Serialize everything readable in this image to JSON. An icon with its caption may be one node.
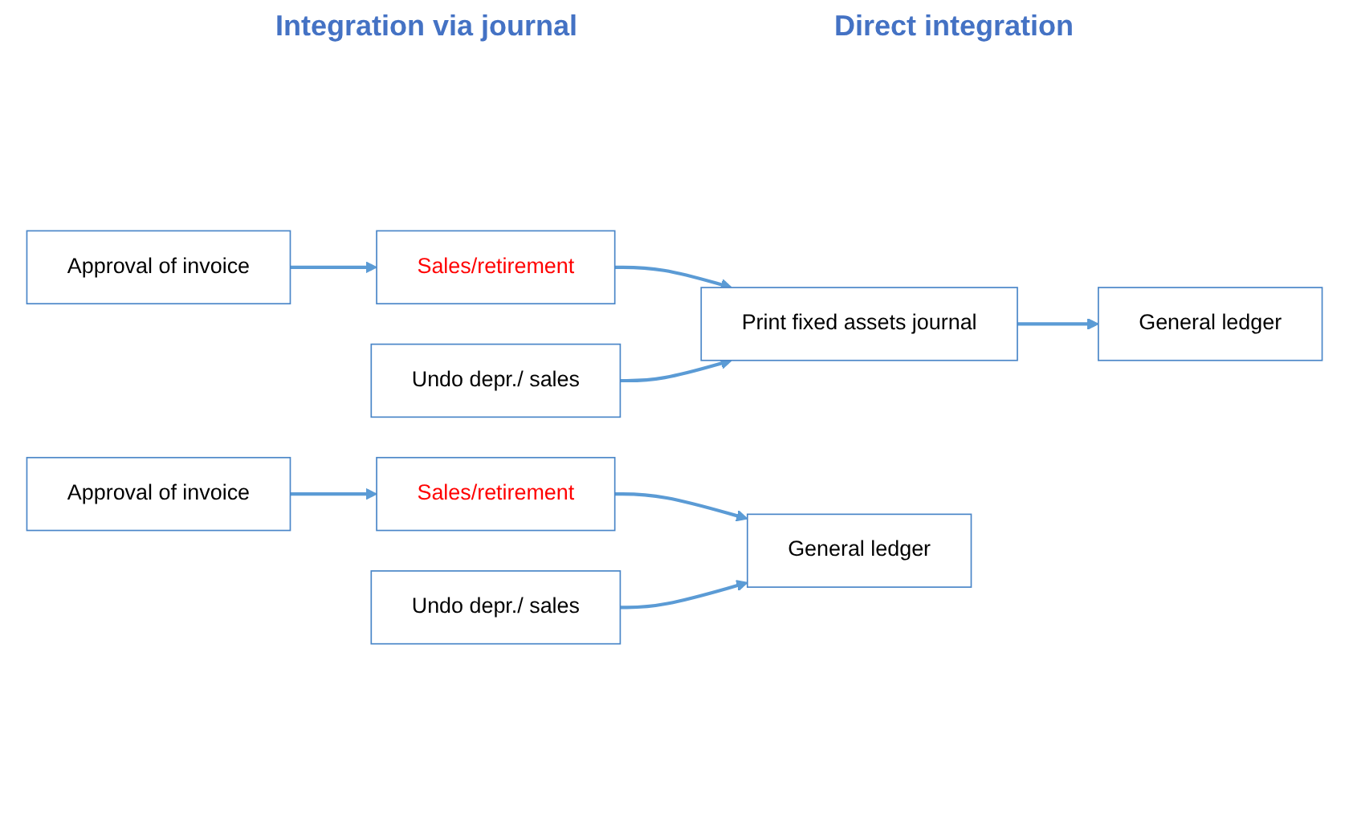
{
  "diagram": {
    "nodes": [
      {
        "text": [
          "Approval of invoice"
        ]
      },
      {
        "text": [
          "Sales/retirement"
        ]
      },
      {
        "text": [
          "Print fixed assets journal"
        ]
      },
      {
        "text": [
          "Undo depr./ sales"
        ]
      },
      {
        "text": [
          "General ledger"
        ]
      },
      {
        "text": [
          "Approval of invoice"
        ]
      },
      {
        "text": [
          "Sales/retirement"
        ]
      },
      {
        "text": [
          "General ledger"
        ]
      },
      {
        "text": [
          "Undo depr./ sales"
        ]
      }
    ],
    "edges": [
      {
        "from": 0,
        "to": 1,
        "arrow": "to"
      },
      {
        "from": 1,
        "to": 2,
        "arrow": "to"
      },
      {
        "from": 3,
        "to": 2,
        "arrow": "to"
      },
      {
        "from": 2,
        "to": 4,
        "arrow": "to"
      },
      {
        "from": 5,
        "to": 6,
        "arrow": "to"
      },
      {
        "from": 6,
        "to": 7,
        "arrow": "to"
      },
      {
        "from": 8,
        "to": 7,
        "arrow": "to"
      }
    ],
    "labels": [
      "Integration via journal",
      "Direct integration"
    ]
  }
}
